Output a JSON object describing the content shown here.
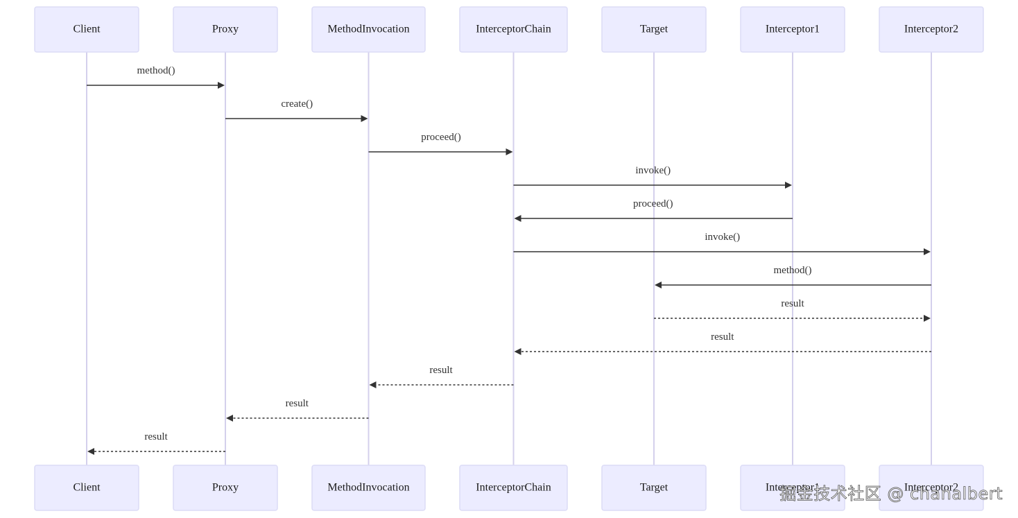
{
  "participants": [
    {
      "id": "client",
      "label": "Client"
    },
    {
      "id": "proxy",
      "label": "Proxy"
    },
    {
      "id": "methodinvocation",
      "label": "MethodInvocation"
    },
    {
      "id": "interceptorchain",
      "label": "InterceptorChain"
    },
    {
      "id": "target",
      "label": "Target"
    },
    {
      "id": "interceptor1",
      "label": "Interceptor1"
    },
    {
      "id": "interceptor2",
      "label": "Interceptor2"
    }
  ],
  "messages": [
    {
      "from": "client",
      "to": "proxy",
      "label": "method()",
      "style": "solid"
    },
    {
      "from": "proxy",
      "to": "methodinvocation",
      "label": "create()",
      "style": "solid"
    },
    {
      "from": "methodinvocation",
      "to": "interceptorchain",
      "label": "proceed()",
      "style": "solid"
    },
    {
      "from": "interceptorchain",
      "to": "interceptor1",
      "label": "invoke()",
      "style": "solid"
    },
    {
      "from": "interceptor1",
      "to": "interceptorchain",
      "label": "proceed()",
      "style": "solid"
    },
    {
      "from": "interceptorchain",
      "to": "interceptor2",
      "label": "invoke()",
      "style": "solid"
    },
    {
      "from": "interceptor2",
      "to": "target",
      "label": "method()",
      "style": "solid"
    },
    {
      "from": "target",
      "to": "interceptor2",
      "label": "result",
      "style": "dashed"
    },
    {
      "from": "interceptor2",
      "to": "interceptorchain",
      "label": "result",
      "style": "dashed"
    },
    {
      "from": "interceptorchain",
      "to": "methodinvocation",
      "label": "result",
      "style": "dashed"
    },
    {
      "from": "methodinvocation",
      "to": "proxy",
      "label": "result",
      "style": "dashed"
    },
    {
      "from": "proxy",
      "to": "client",
      "label": "result",
      "style": "dashed"
    }
  ],
  "watermark": {
    "text": "掘金技术社区 @ chanalbert"
  }
}
